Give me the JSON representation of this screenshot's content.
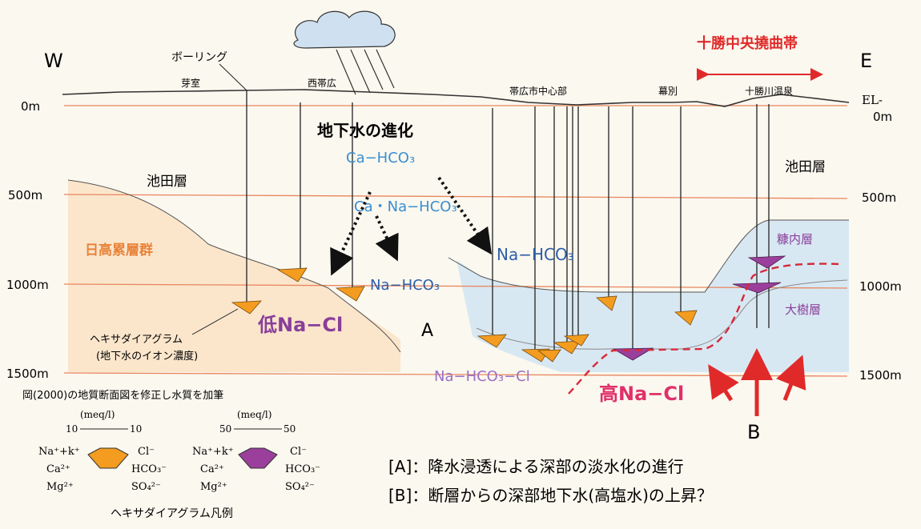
{
  "directions": {
    "west": "W",
    "east": "E"
  },
  "cloud_label": "",
  "labels": {
    "boring": "ボーリング",
    "memuro": "芽室",
    "nishiobihiro": "西帯広",
    "obihiro_center": "帯広市中心部",
    "makubetsu": "幕別",
    "tokachigawa_onsen": "十勝川温泉",
    "flexure_zone": "十勝中央撓曲帯"
  },
  "elevation": {
    "left": [
      "0m",
      "500m",
      "1000m",
      "1500m"
    ],
    "right_top_1": "EL-",
    "right_top_2": "0m",
    "right": [
      "500m",
      "1000m",
      "1500m"
    ]
  },
  "strata": {
    "ikeda_left": "池田層",
    "ikeda_right": "池田層",
    "hidaka": "日高累層群",
    "nukanai": "糠内層",
    "taiki": "大樹層"
  },
  "evolution": {
    "title": "地下水の進化",
    "ca_hco3": "Ca−HCO₃",
    "ca_na_hco3": "Ca・Na−HCO₃",
    "na_hco3_mid": "Na−HCO₃",
    "na_hco3_right": "Na−HCO₃",
    "na_hco3_cl": "Na−HCO₃−Cl",
    "low_nacl": "低Na−Cl",
    "high_nacl": "高Na−Cl"
  },
  "markers": {
    "a": "A",
    "b": "B"
  },
  "hexagram_note": {
    "line1": "ヘキサダイアグラム",
    "line2": "(地下水のイオン濃度)"
  },
  "source_note": "岡(2000)の地質断面図を修正し水質を加筆",
  "legend": {
    "title": "ヘキサダイアグラム凡例",
    "unit": "(meq/l)",
    "orange": {
      "scale_left": "10",
      "scale_right": "10",
      "color": "#f39c1f"
    },
    "purple": {
      "scale_left": "50",
      "scale_right": "50",
      "color": "#9b3f9c"
    },
    "cations": [
      "Na⁺+k⁺",
      "Ca²⁺",
      "Mg²⁺"
    ],
    "anions": [
      "Cl⁻",
      "HCO₃⁻",
      "SO₄²⁻"
    ]
  },
  "notes": {
    "a": "[A]：降水浸透による深部の淡水化の進行",
    "b": "[B]：断層からの深部地下水(高塩水)の上昇？"
  },
  "colors": {
    "red_line": "#e8865e",
    "red_text": "#e02a2a",
    "magenta": "#e0306a",
    "blue_text": "#2f5ea8",
    "light_blue_text": "#3a8fd0",
    "purple_text": "#8a3f9a",
    "orange_text": "#e8833a",
    "hidaka_fill": "#fbe6cc",
    "water_fill": "#d8e8f3"
  }
}
